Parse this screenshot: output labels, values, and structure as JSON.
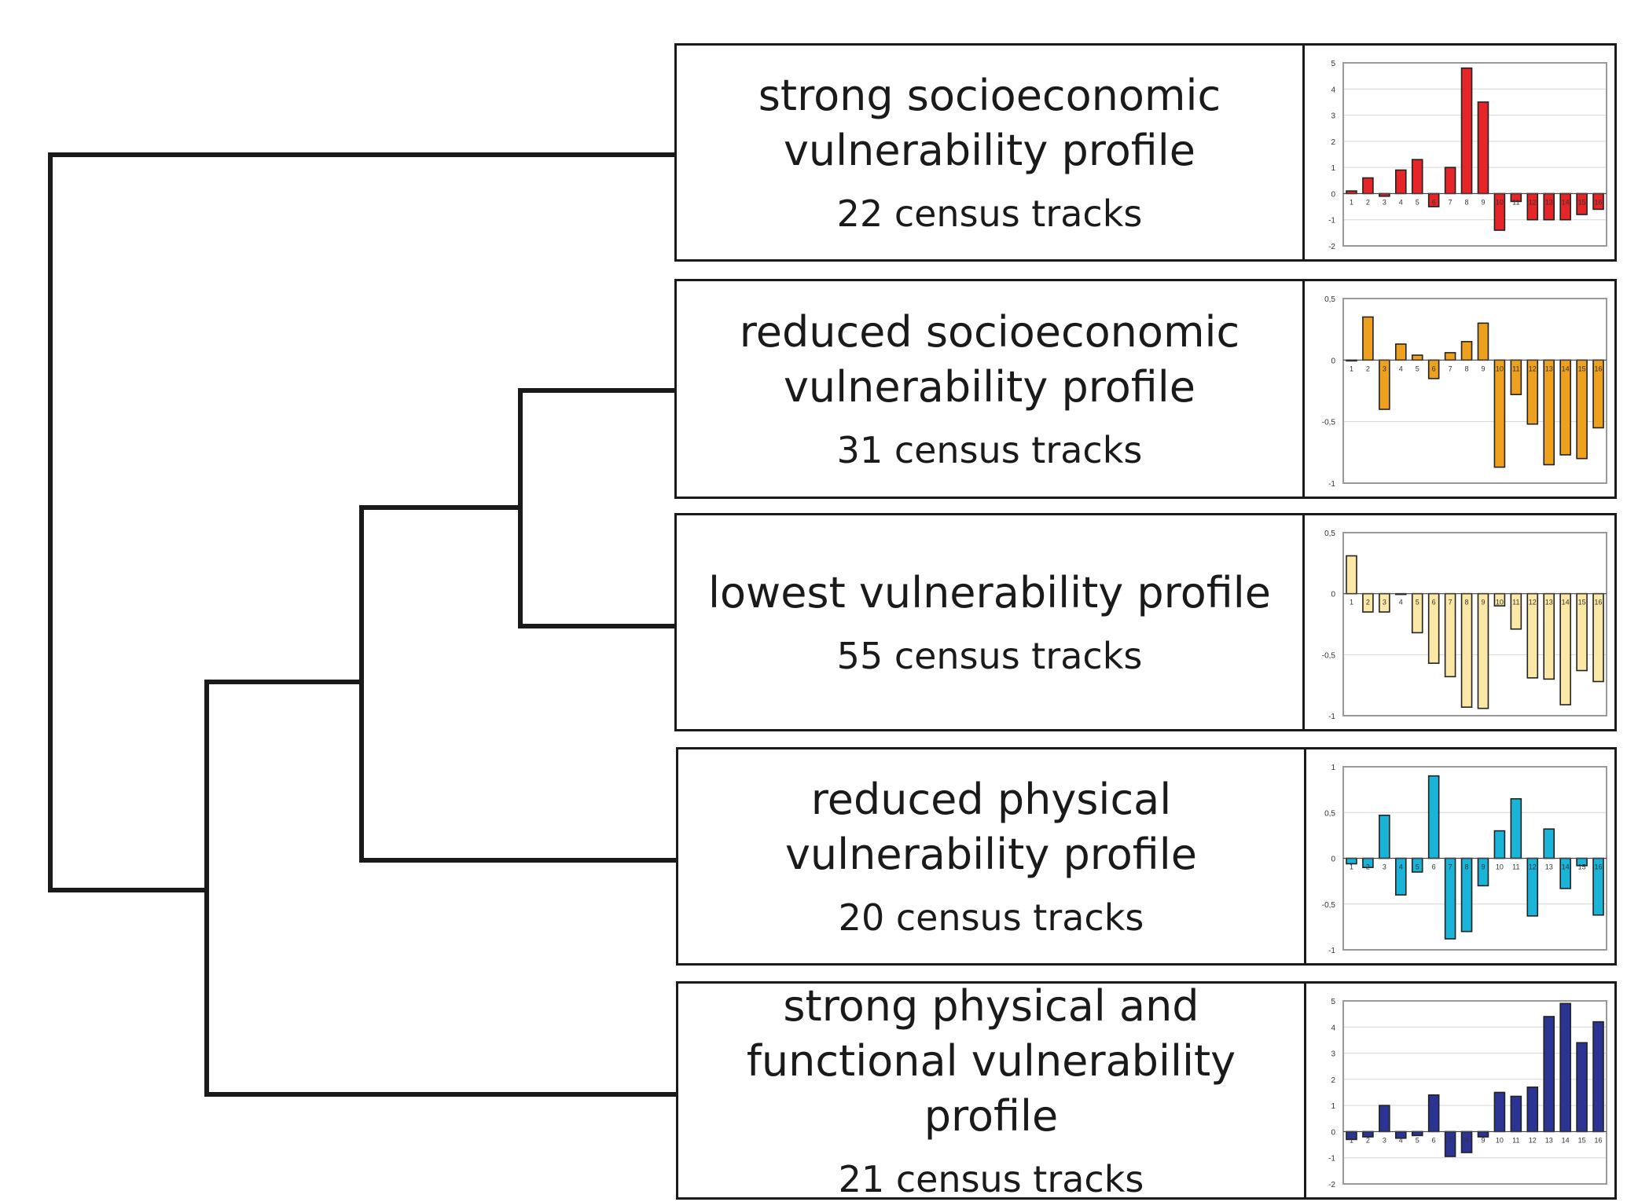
{
  "clusters": [
    {
      "title": "strong socioeconomic\nvulnerability profile",
      "count": "22 census tracks",
      "chart_data": {
        "type": "bar",
        "color": "#e52528",
        "categories": [
          "1",
          "2",
          "3",
          "4",
          "5",
          "6",
          "7",
          "8",
          "9",
          "10",
          "11",
          "12",
          "13",
          "14",
          "15",
          "16"
        ],
        "values": [
          0.1,
          0.6,
          -0.1,
          0.9,
          1.3,
          -0.5,
          1.0,
          4.8,
          3.5,
          -1.4,
          -0.3,
          -1.0,
          -1.0,
          -1.0,
          -0.8,
          -0.6
        ],
        "ylim": [
          -2,
          5
        ],
        "yticks": [
          -2,
          -1,
          0,
          1,
          2,
          3,
          4,
          5
        ],
        "ytick_labels": [
          "-2",
          "-1",
          "0",
          "1",
          "2",
          "3",
          "4",
          "5"
        ]
      }
    },
    {
      "title": "reduced socioeconomic\nvulnerability profile",
      "count": "31 census tracks",
      "chart_data": {
        "type": "bar",
        "color": "#eea11f",
        "categories": [
          "1",
          "2",
          "3",
          "4",
          "5",
          "6",
          "7",
          "8",
          "9",
          "10",
          "11",
          "12",
          "13",
          "14",
          "15",
          "16"
        ],
        "values": [
          0.0,
          0.35,
          -0.4,
          0.13,
          0.04,
          -0.15,
          0.06,
          0.15,
          0.3,
          -0.87,
          -0.28,
          -0.52,
          -0.85,
          -0.77,
          -0.8,
          -0.55
        ],
        "ylim": [
          -1,
          0.5
        ],
        "yticks": [
          -1,
          -0.5,
          0,
          0.5
        ],
        "ytick_labels": [
          "-1",
          "-0,5",
          "0",
          "0,5"
        ]
      }
    },
    {
      "title": "lowest vulnerability profile",
      "count": "55 census tracks",
      "chart_data": {
        "type": "bar",
        "color": "#fbe8a6",
        "categories": [
          "1",
          "2",
          "3",
          "4",
          "5",
          "6",
          "7",
          "8",
          "9",
          "10",
          "11",
          "12",
          "13",
          "14",
          "15",
          "16"
        ],
        "values": [
          0.31,
          -0.15,
          -0.15,
          0.0,
          -0.32,
          -0.57,
          -0.68,
          -0.93,
          -0.94,
          -0.1,
          -0.29,
          -0.69,
          -0.7,
          -0.91,
          -0.63,
          -0.72
        ],
        "ylim": [
          -1,
          0.5
        ],
        "yticks": [
          -1,
          -0.5,
          0,
          0.5
        ],
        "ytick_labels": [
          "-1",
          "-0,5",
          "0",
          "0,5"
        ]
      }
    },
    {
      "title": "reduced physical\nvulnerability profile",
      "count": "20 census tracks",
      "chart_data": {
        "type": "bar",
        "color": "#19b4d8",
        "categories": [
          "1",
          "2",
          "3",
          "4",
          "5",
          "6",
          "7",
          "8",
          "9",
          "10",
          "11",
          "12",
          "13",
          "14",
          "15",
          "16"
        ],
        "values": [
          -0.06,
          -0.1,
          0.47,
          -0.4,
          -0.15,
          0.9,
          -0.88,
          -0.8,
          -0.3,
          0.3,
          0.65,
          -0.63,
          0.32,
          -0.33,
          -0.08,
          -0.62
        ],
        "ylim": [
          -1,
          1
        ],
        "yticks": [
          -1,
          -0.5,
          0,
          0.5,
          1
        ],
        "ytick_labels": [
          "-1",
          "-0,5",
          "0",
          "0,5",
          "1"
        ]
      }
    },
    {
      "title": "strong physical and\nfunctional vulnerability profile",
      "count": "21 census tracks",
      "chart_data": {
        "type": "bar",
        "color": "#2b3493",
        "categories": [
          "1",
          "2",
          "3",
          "4",
          "5",
          "6",
          "7",
          "8",
          "9",
          "10",
          "11",
          "12",
          "13",
          "14",
          "15",
          "16"
        ],
        "values": [
          -0.3,
          -0.2,
          1.0,
          -0.25,
          -0.15,
          1.4,
          -0.95,
          -0.8,
          -0.2,
          1.5,
          1.35,
          1.7,
          4.4,
          4.9,
          3.4,
          4.2
        ],
        "ylim": [
          -2,
          5
        ],
        "yticks": [
          -2,
          -1,
          0,
          1,
          2,
          3,
          4,
          5
        ],
        "ytick_labels": [
          "-2",
          "-1",
          "0",
          "1",
          "2",
          "3",
          "4",
          "5"
        ]
      }
    }
  ]
}
